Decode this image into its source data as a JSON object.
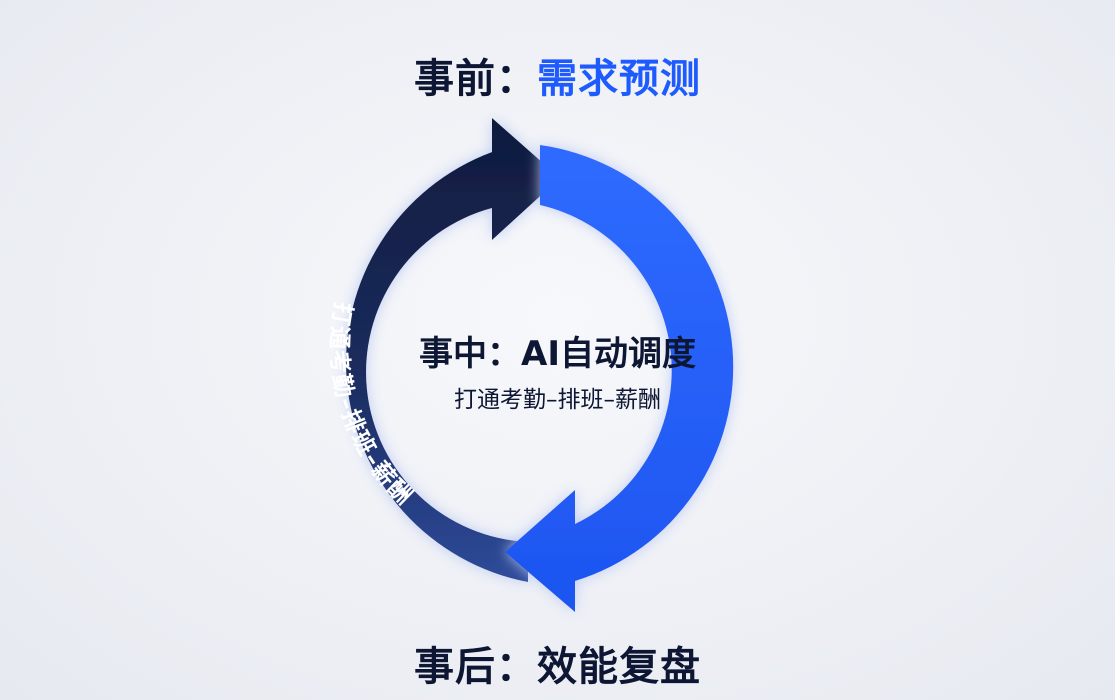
{
  "top_label": {
    "prefix": "事前：",
    "highlight": "需求预测"
  },
  "bottom_label": {
    "text": "事后：效能复盘"
  },
  "center": {
    "title": "事中：AI自动调度",
    "subtitle": "打通考勤–排班–薪酬"
  },
  "arc_label": "打通考勤–排班–薪酬",
  "colors": {
    "dark_arrow": "#0f1b3d",
    "blue_arrow": "#1e5bff",
    "text_dark": "#0d1633"
  }
}
